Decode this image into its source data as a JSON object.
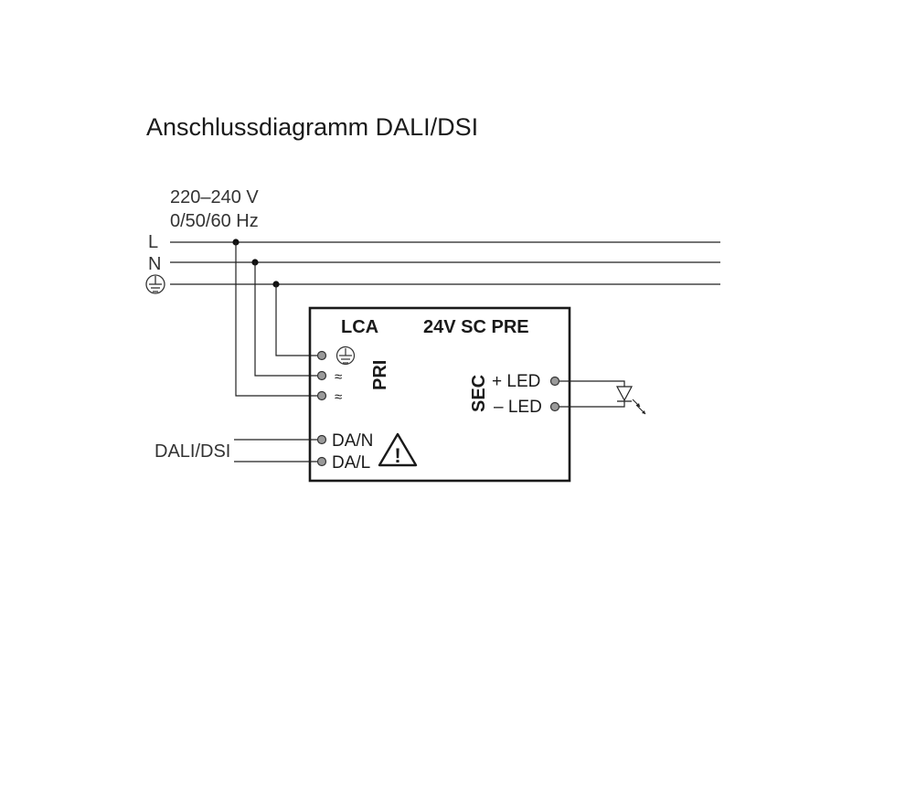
{
  "title": "Anschlussdiagramm DALI/DSI",
  "supply": {
    "voltage": "220–240 V",
    "frequency": "0/50/60 Hz",
    "line_L": "L",
    "line_N": "N"
  },
  "device": {
    "brand": "LCA",
    "model": "24V SC PRE",
    "primary_label": "PRI",
    "secondary_label": "SEC",
    "ac_symbol": "≈",
    "terminals": {
      "da_n": "DA/N",
      "da_l": "DA/L",
      "led_plus": "+ LED",
      "led_minus": "– LED"
    },
    "warning_glyph": "!"
  },
  "control": {
    "label": "DALI/DSI"
  },
  "icons": [
    "ground-icon",
    "warning-icon",
    "led-diode-icon"
  ]
}
